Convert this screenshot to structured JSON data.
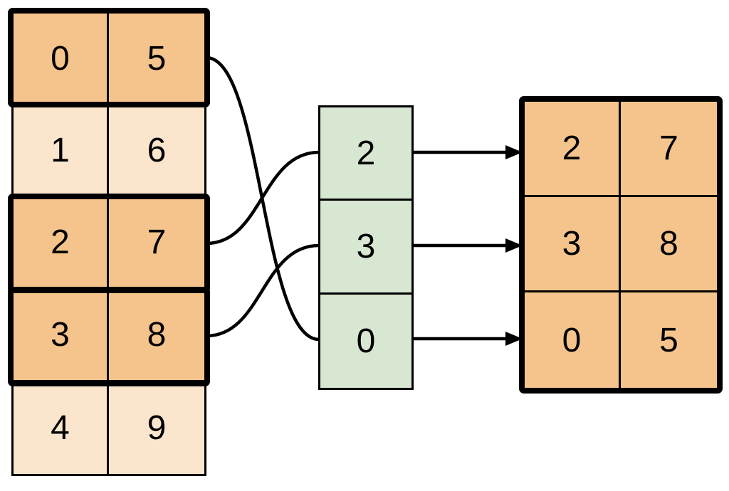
{
  "diagram": {
    "description": "fancy-indexing row selection",
    "source_table": {
      "rows": [
        {
          "cells": [
            "0",
            "5"
          ],
          "highlighted": true
        },
        {
          "cells": [
            "1",
            "6"
          ],
          "highlighted": false
        },
        {
          "cells": [
            "2",
            "7"
          ],
          "highlighted": true
        },
        {
          "cells": [
            "3",
            "8"
          ],
          "highlighted": true
        },
        {
          "cells": [
            "4",
            "9"
          ],
          "highlighted": false
        }
      ]
    },
    "index_column": {
      "cells": [
        "2",
        "3",
        "0"
      ]
    },
    "result_table": {
      "rows": [
        {
          "cells": [
            "2",
            "7"
          ]
        },
        {
          "cells": [
            "3",
            "8"
          ]
        },
        {
          "cells": [
            "0",
            "5"
          ]
        }
      ]
    },
    "connections": {
      "curves": [
        {
          "from_source_row": "0",
          "to_index_pos": "2"
        },
        {
          "from_source_row": "2",
          "to_index_pos": "0"
        },
        {
          "from_source_row": "3",
          "to_index_pos": "1"
        }
      ],
      "arrows": [
        {
          "from_index_pos": "0",
          "to_result_row": "0"
        },
        {
          "from_index_pos": "1",
          "to_result_row": "1"
        },
        {
          "from_index_pos": "2",
          "to_result_row": "2"
        }
      ]
    },
    "colors": {
      "highlight_fill": "#f5c48c",
      "normal_fill": "#fbe6cd",
      "index_fill": "#d8e7d2",
      "stroke": "#000000",
      "background": "#ffffff"
    }
  }
}
